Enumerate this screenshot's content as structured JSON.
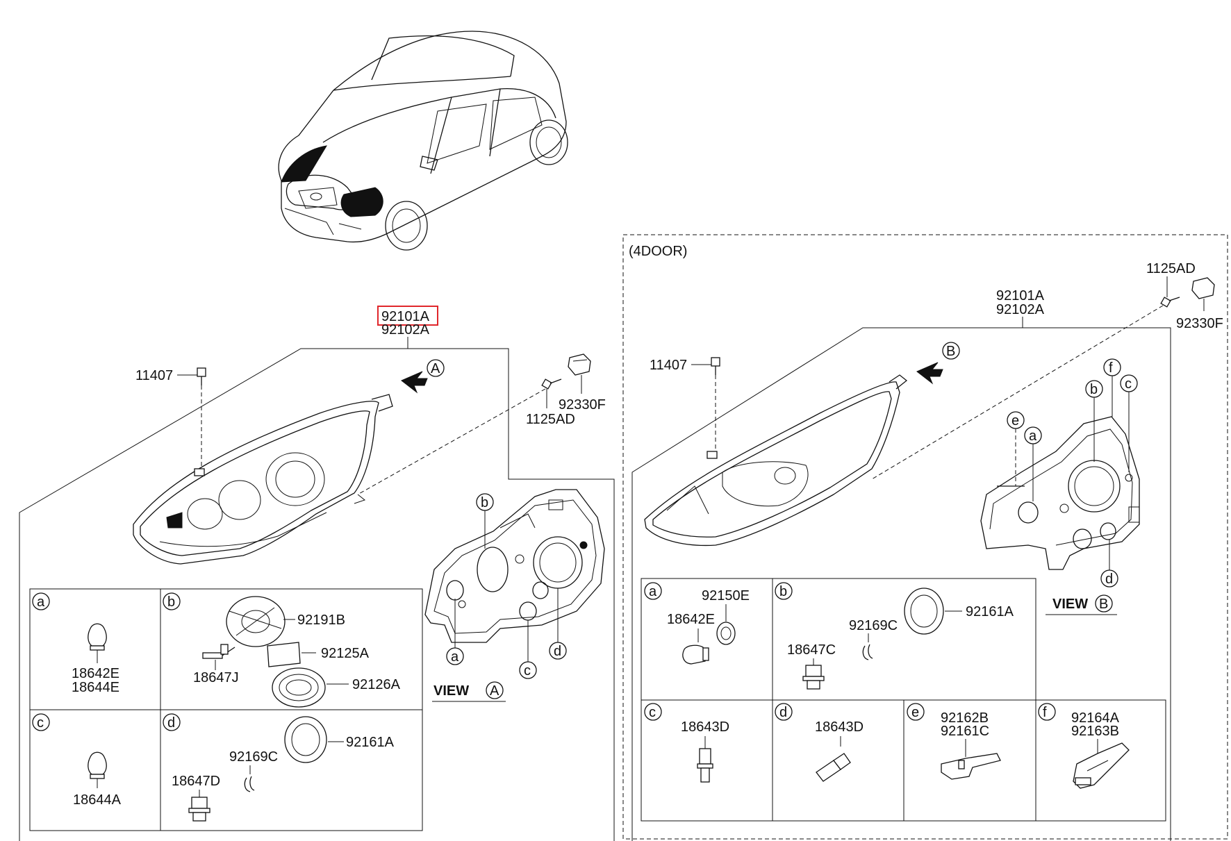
{
  "diagram": {
    "highlight_color": "#e0262b",
    "left": {
      "assembly_part": "92101A",
      "assembly_part_2": "92102A",
      "screw": "11407",
      "bolt": "1125AD",
      "clip": "92330F",
      "view_label": "VIEW",
      "view_letter": "A",
      "view_callouts": [
        "a",
        "b",
        "c",
        "d"
      ],
      "boxes": {
        "a": {
          "letter": "a",
          "parts": [
            "18642E",
            "18644E"
          ]
        },
        "b": {
          "letter": "b",
          "parts": [
            "92191B",
            "92125A",
            "18647J",
            "92126A"
          ]
        },
        "c": {
          "letter": "c",
          "parts": [
            "18644A"
          ]
        },
        "d": {
          "letter": "d",
          "parts": [
            "92161A",
            "92169C",
            "18647D"
          ]
        }
      }
    },
    "right": {
      "variant_label": "(4DOOR)",
      "assembly_part": "92101A",
      "assembly_part_2": "92102A",
      "screw": "11407",
      "bolt": "1125AD",
      "clip": "92330F",
      "view_label": "VIEW",
      "view_letter": "B",
      "view_callouts": [
        "a",
        "b",
        "c",
        "d",
        "e",
        "f"
      ],
      "boxes": {
        "a": {
          "letter": "a",
          "parts": [
            "92150E",
            "18642E"
          ]
        },
        "b": {
          "letter": "b",
          "parts": [
            "92161A",
            "92169C",
            "18647C"
          ]
        },
        "c": {
          "letter": "c",
          "parts": [
            "18643D"
          ]
        },
        "d": {
          "letter": "d",
          "parts": [
            "18643D"
          ]
        },
        "e": {
          "letter": "e",
          "parts": [
            "92162B",
            "92161C"
          ]
        },
        "f": {
          "letter": "f",
          "parts": [
            "92164A",
            "92163B"
          ]
        }
      }
    }
  }
}
